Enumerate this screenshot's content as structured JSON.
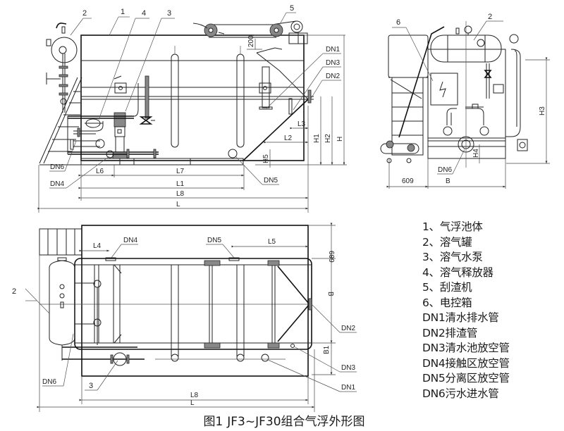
{
  "figure": {
    "caption_number": "图1",
    "caption_title": "JF3~JF30组合气浮外形图"
  },
  "legend": [
    "1、气浮池体",
    "2、溶气罐",
    "3、溶气水泵",
    "4、溶气释放器",
    "5、刮渣机",
    "6、电控箱",
    "DN1清水排水管",
    "DN2排渣管",
    "DN3清水池放空管",
    "DN4接触区放空管",
    "DN5分离区放空管",
    "DN6污水进水管"
  ],
  "front_view": {
    "callouts": [
      "1",
      "2",
      "3",
      "4",
      "5"
    ],
    "pipe_labels": [
      "DN1",
      "DN3",
      "DN2",
      "DN5",
      "DN6",
      "DN4"
    ],
    "dimension_200": "200",
    "dims_horizontal": [
      "L6",
      "L7",
      "L1",
      "L8",
      "L",
      "L2",
      "L3"
    ],
    "dims_vertical": [
      "H1",
      "H2",
      "H",
      "H5"
    ]
  },
  "side_view": {
    "callouts": [
      "6",
      "2"
    ],
    "pipe_labels": [
      "DN6"
    ],
    "dims_horizontal": [
      "609",
      "B"
    ],
    "dims_vertical": [
      "H3",
      "H4"
    ]
  },
  "plan_view": {
    "callouts": [
      "2",
      "3"
    ],
    "pipe_labels": [
      "DN4",
      "DN5",
      "DN2",
      "DN3",
      "DN1",
      "DN6"
    ],
    "dims_horizontal": [
      "L4",
      "L5",
      "L8",
      "L"
    ],
    "dims_vertical": [
      "609",
      "B",
      "B1"
    ]
  }
}
